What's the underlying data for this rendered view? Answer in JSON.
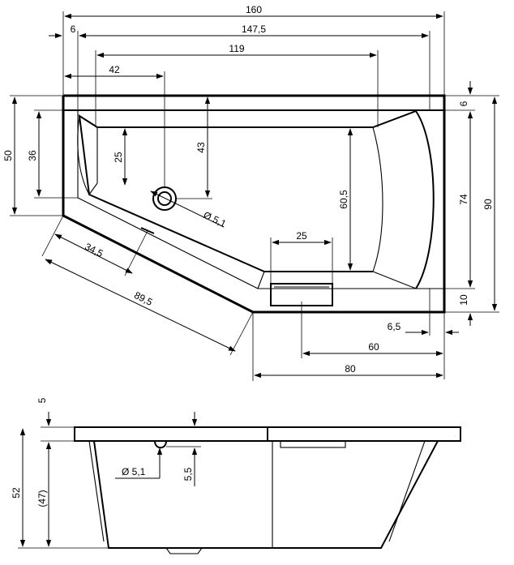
{
  "top_view": {
    "dims": {
      "total_length": "160",
      "rim_offset": "6",
      "inner_length": "147,5",
      "drain_to_end": "119",
      "drain_from_left": "42",
      "left_end_height": "50",
      "left_inner_height": "36",
      "drain_recess": "25",
      "drain_to_rim": "43",
      "inner_depth_right": "60,5",
      "panel_width": "25",
      "rim_right_top": "6",
      "right_inner_height": "74",
      "total_width": "90",
      "rim_right_bottom": "10",
      "rim_bottom_small": "6,5",
      "bottom_right_60": "60",
      "bottom_right_80": "80",
      "slant_34": "34,5",
      "slant_89": "89,5",
      "drain_diameter": "Ø 5,1"
    }
  },
  "side_view": {
    "dims": {
      "rim_thickness": "5",
      "total_height": "52",
      "inner_height": "(47)",
      "overflow_offset": "5,5",
      "overflow_diameter": "Ø 5,1"
    }
  }
}
